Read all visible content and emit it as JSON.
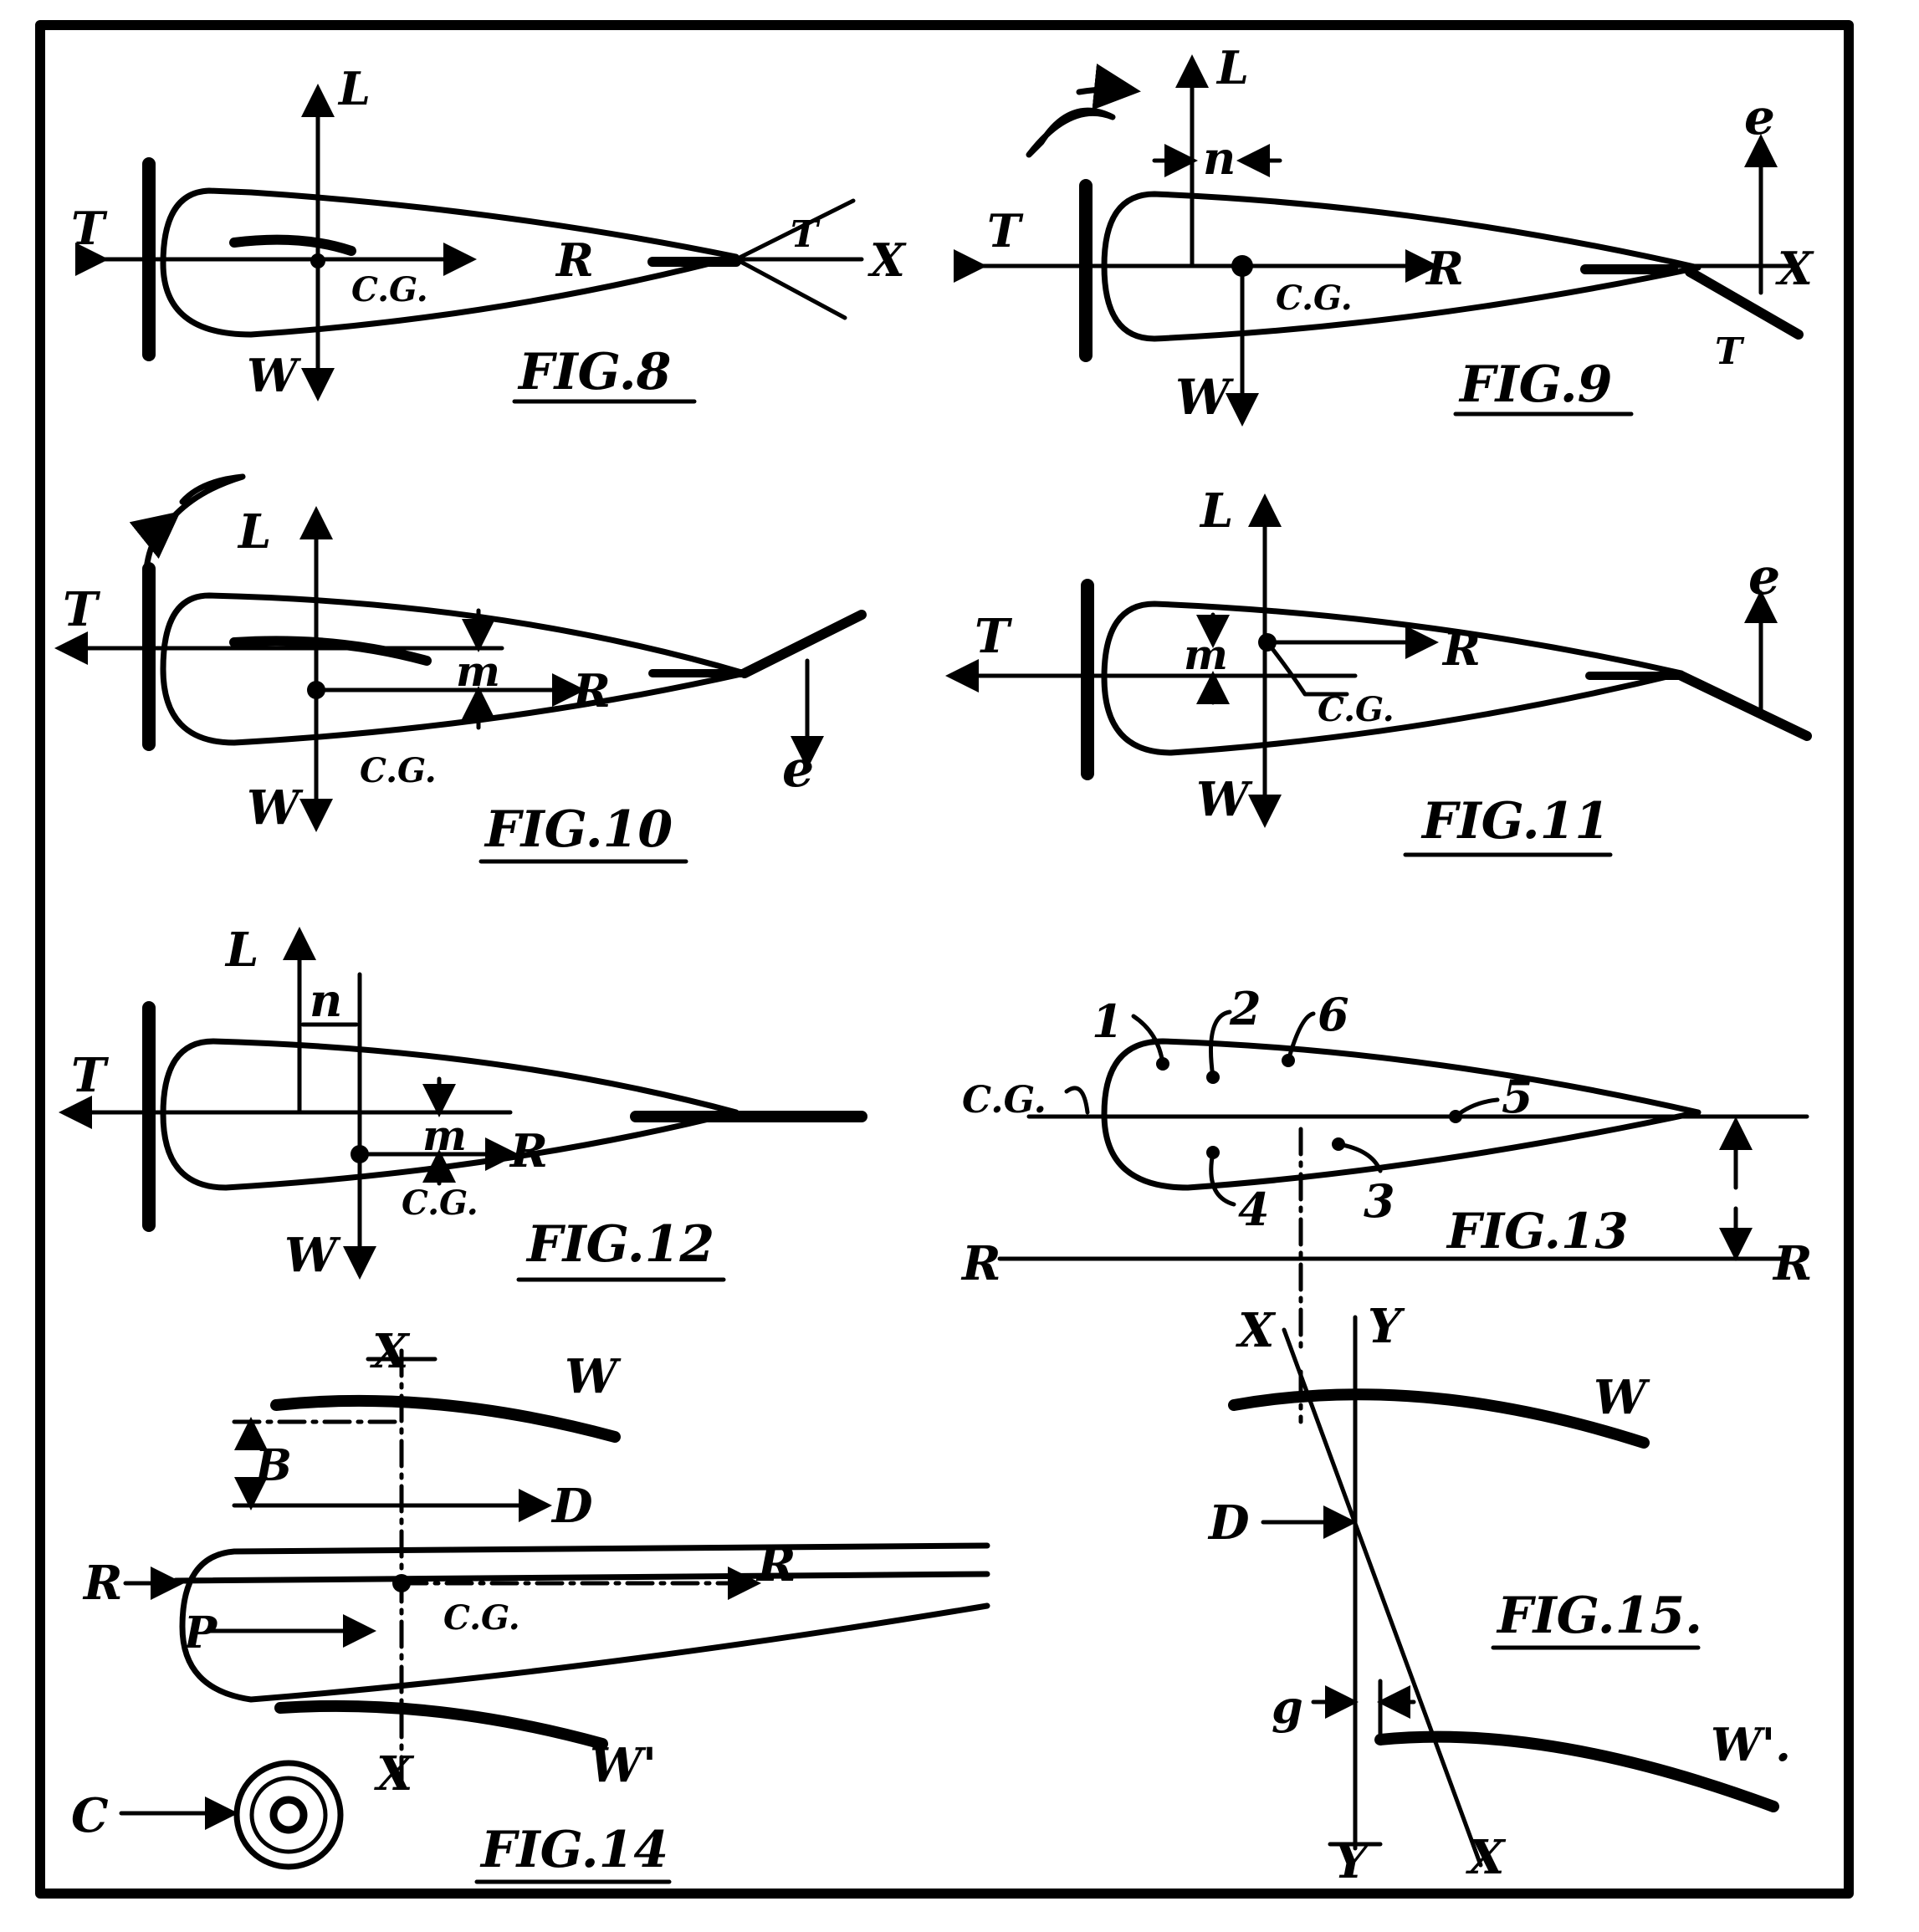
{
  "figures": {
    "fig8": {
      "caption": "FIG.8",
      "labels": {
        "L": "L",
        "T": "T",
        "W": "W",
        "R": "R",
        "cg": "C.G.",
        "X": "X",
        "T2": "T"
      }
    },
    "fig9": {
      "caption": "FIG.9",
      "labels": {
        "L": "L",
        "n": "n",
        "T": "T",
        "W": "W",
        "R": "R",
        "cg": "C.G.",
        "X": "X",
        "e": "e",
        "T2": "T"
      }
    },
    "fig10": {
      "caption": "FIG.10",
      "labels": {
        "L": "L",
        "T": "T",
        "W": "W",
        "R": "R",
        "m": "m",
        "cg": "C.G.",
        "e": "e"
      }
    },
    "fig11": {
      "caption": "FIG.11",
      "labels": {
        "L": "L",
        "T": "T",
        "W": "W",
        "R": "R",
        "m": "m",
        "cg": "C.G.",
        "e": "e"
      }
    },
    "fig12": {
      "caption": "FIG.12",
      "labels": {
        "L": "L",
        "n": "n",
        "T": "T",
        "W": "W",
        "R": "R",
        "m": "m",
        "cg": "C.G."
      }
    },
    "fig13": {
      "caption": "FIG.13",
      "labels": {
        "p1": "1",
        "p2": "2",
        "p3": "3",
        "p4": "4",
        "p5": "5",
        "p6": "6",
        "cg": "C.G.",
        "R1": "R",
        "R2": "R"
      }
    },
    "fig14": {
      "caption": "FIG.14",
      "labels": {
        "X1": "X",
        "X2": "X",
        "W": "W",
        "W2": "W'",
        "B": "B",
        "D": "D",
        "R1": "R",
        "R2": "R",
        "P": "P",
        "cg": "C.G.",
        "C": "C"
      }
    },
    "fig15": {
      "caption": "FIG.15.",
      "labels": {
        "X1": "X",
        "X2": "X",
        "Y1": "Y",
        "Y2": "Y",
        "W": "W",
        "W2": "W'.",
        "D": "D",
        "g": "g"
      }
    }
  }
}
